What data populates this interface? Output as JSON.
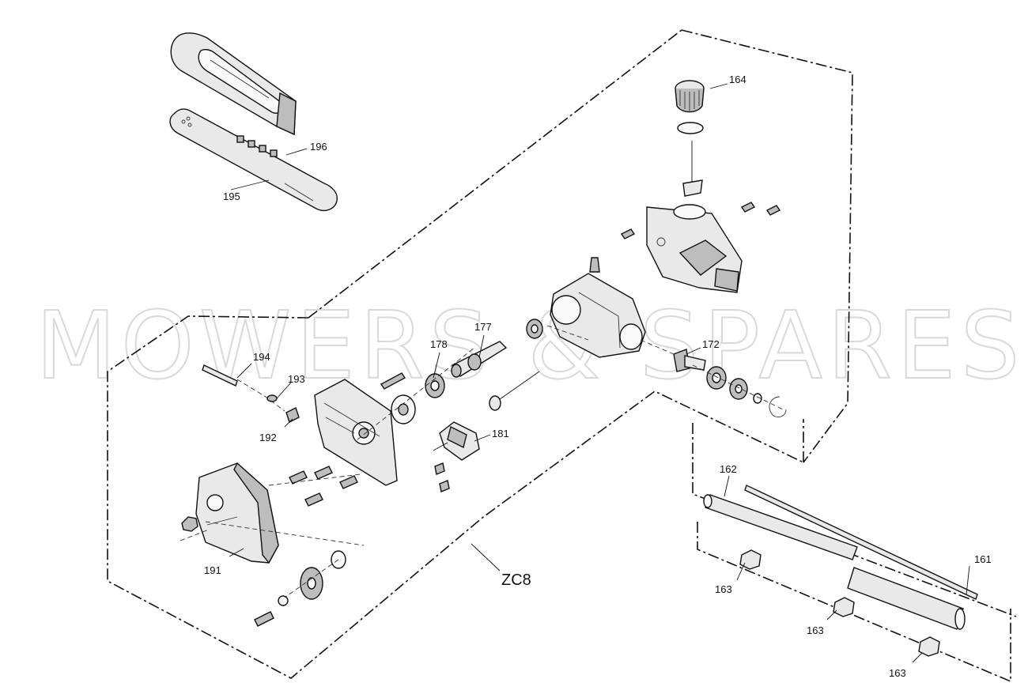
{
  "watermark": "MOWERS & SPARES",
  "assembly_label": "ZC8",
  "callouts": [
    {
      "id": "c164",
      "text": "164"
    },
    {
      "id": "c196",
      "text": "196"
    },
    {
      "id": "c195",
      "text": "195"
    },
    {
      "id": "c194",
      "text": "194"
    },
    {
      "id": "c193",
      "text": "193"
    },
    {
      "id": "c192",
      "text": "192"
    },
    {
      "id": "c178",
      "text": "178"
    },
    {
      "id": "c177",
      "text": "177"
    },
    {
      "id": "c172",
      "text": "172"
    },
    {
      "id": "c181",
      "text": "181"
    },
    {
      "id": "c191",
      "text": "191"
    },
    {
      "id": "c162",
      "text": "162"
    },
    {
      "id": "c161",
      "text": "161"
    },
    {
      "id": "c163a",
      "text": "163"
    },
    {
      "id": "c163b",
      "text": "163"
    },
    {
      "id": "c163c",
      "text": "163"
    }
  ]
}
